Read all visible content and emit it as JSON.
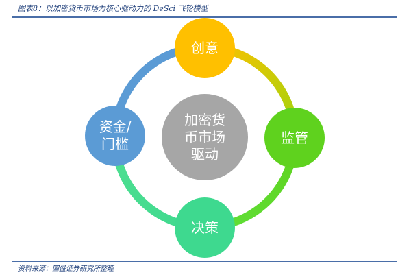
{
  "figure_title": "图表8：以加密货币市场为核心驱动力的 DeSci 飞轮模型",
  "source": "资料来源：国盛证券研究所整理",
  "center": {
    "line1": "加密货",
    "line2": "币市场",
    "line3": "驱动",
    "color": "#a6a6a6"
  },
  "nodes": [
    {
      "label": "创意",
      "color": "#ffc000"
    },
    {
      "label": "监管",
      "color": "#5fd21e"
    },
    {
      "label": "决策",
      "color": "#3ed98f"
    },
    {
      "label1": "资金/",
      "label2": "门槛",
      "color": "#5b9bd5"
    }
  ]
}
